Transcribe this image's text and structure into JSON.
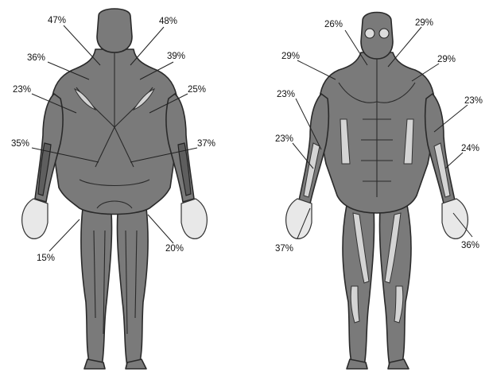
{
  "figures": [
    {
      "view": "back",
      "labels": [
        {
          "id": "back-neck-left",
          "text": "47%"
        },
        {
          "id": "back-neck-right",
          "text": "48%"
        },
        {
          "id": "back-upper-left",
          "text": "36%"
        },
        {
          "id": "back-upper-right",
          "text": "39%"
        },
        {
          "id": "back-shoulder-left",
          "text": "23%"
        },
        {
          "id": "back-shoulder-right",
          "text": "25%"
        },
        {
          "id": "back-lower-left",
          "text": "35%"
        },
        {
          "id": "back-lower-right",
          "text": "37%"
        },
        {
          "id": "back-hip-left",
          "text": "15%"
        },
        {
          "id": "back-hip-right",
          "text": "20%"
        }
      ]
    },
    {
      "view": "front",
      "labels": [
        {
          "id": "front-neck-left",
          "text": "26%"
        },
        {
          "id": "front-neck-right",
          "text": "29%"
        },
        {
          "id": "front-shoulder-left",
          "text": "29%"
        },
        {
          "id": "front-shoulder-right",
          "text": "29%"
        },
        {
          "id": "front-arm-left",
          "text": "23%"
        },
        {
          "id": "front-arm-right",
          "text": "23%"
        },
        {
          "id": "front-forearm-left",
          "text": "23%"
        },
        {
          "id": "front-forearm-right",
          "text": "24%"
        },
        {
          "id": "front-hand-left",
          "text": "37%"
        },
        {
          "id": "front-hand-right",
          "text": "36%"
        }
      ]
    }
  ],
  "colors": {
    "body": "#7a7a7a",
    "muscle-dark": "#5e5e5e",
    "muscle-highlight": "#d4d4d4",
    "outline": "#2a2a2a",
    "background": "#ffffff"
  }
}
